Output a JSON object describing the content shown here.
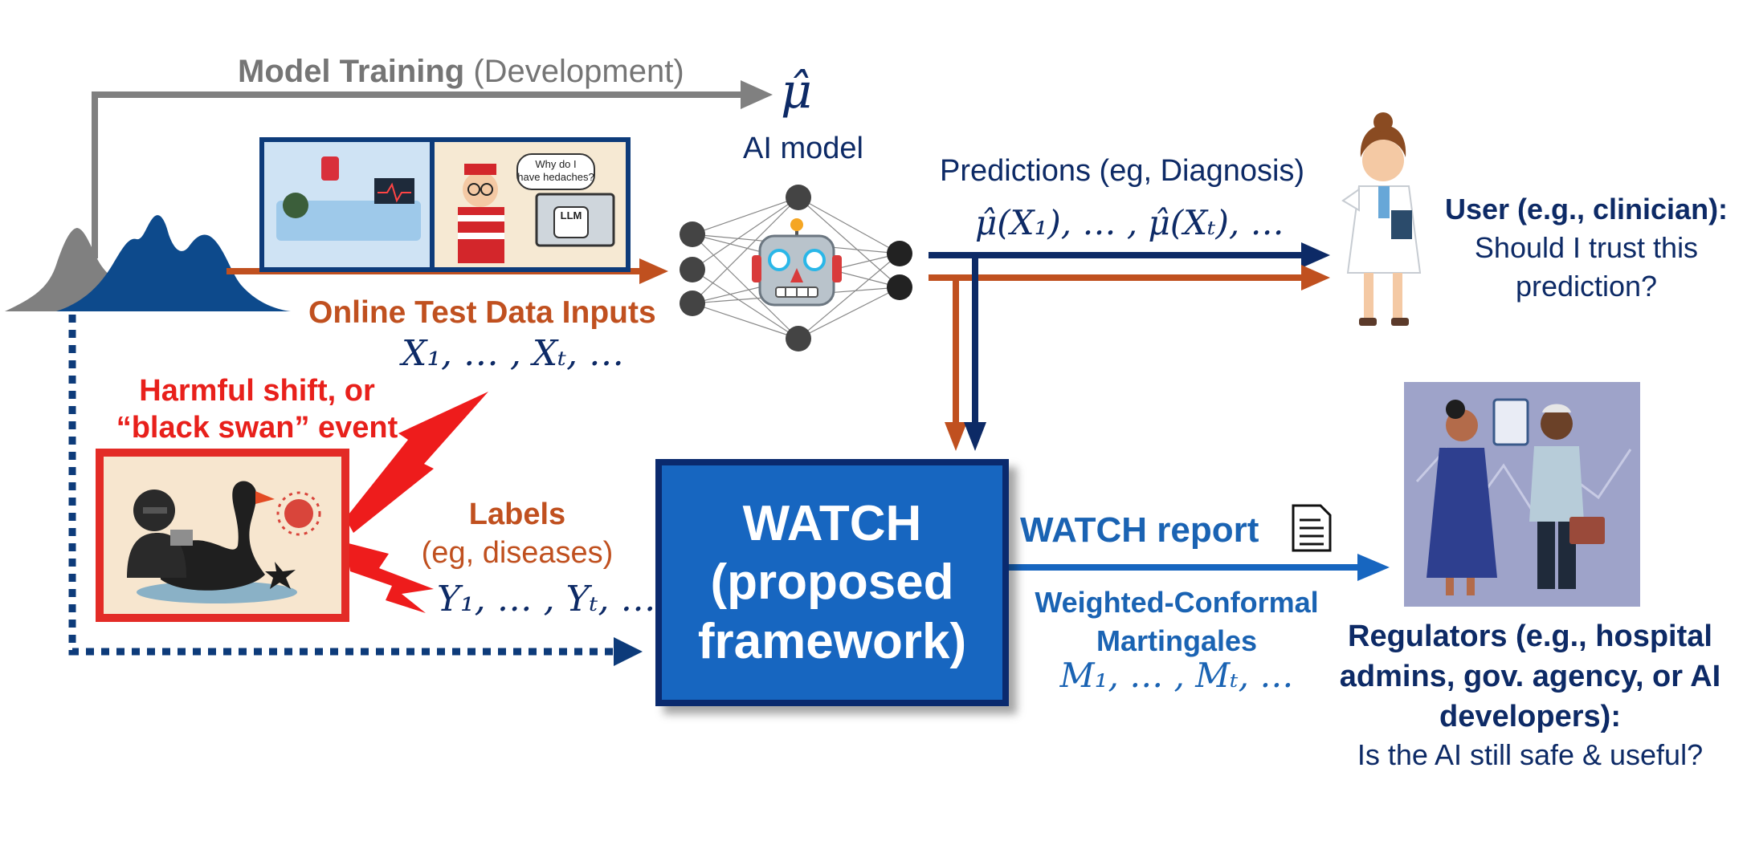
{
  "training": {
    "bold": "Model Training",
    "rest": " (Development)"
  },
  "model": {
    "symbol": "μ̂",
    "label": "AI model"
  },
  "inputs": {
    "label": "Online Test Data Inputs",
    "math": "X₁, … , Xₜ, …"
  },
  "predictions": {
    "label": "Predictions (eg, Diagnosis)",
    "math": "μ̂(X₁), … , μ̂(Xₜ), …"
  },
  "user": {
    "title": "User (e.g., clinician):",
    "question_line1": "Should I trust this",
    "question_line2": "prediction?"
  },
  "shift": {
    "line1": "Harmful shift, or",
    "line2": "“black swan” event"
  },
  "labels": {
    "title": "Labels",
    "subtitle": "(eg, diseases)",
    "math": "Y₁, … , Yₜ, …"
  },
  "watch": {
    "line1": "WATCH",
    "line2": "(proposed",
    "line3": "framework)"
  },
  "report": {
    "label": "WATCH report",
    "method_line1": "Weighted-Conformal",
    "method_line2": "Martingales",
    "math": "M₁, … , Mₜ, …"
  },
  "regulators": {
    "line1": "Regulators (e.g., hospital",
    "line2": "admins, gov. agency, or AI",
    "line3": "developers):",
    "question": "Is the AI still safe & useful?"
  },
  "illustrations": {
    "hospital_speech_line1": "Why do I",
    "hospital_speech_line2": "have hedaches?",
    "laptop_text": "LLM"
  },
  "colors": {
    "navy": "#0d2a66",
    "orange": "#c0501f",
    "red": "#e8201b",
    "gray": "#808080",
    "blue": "#1766c0"
  }
}
